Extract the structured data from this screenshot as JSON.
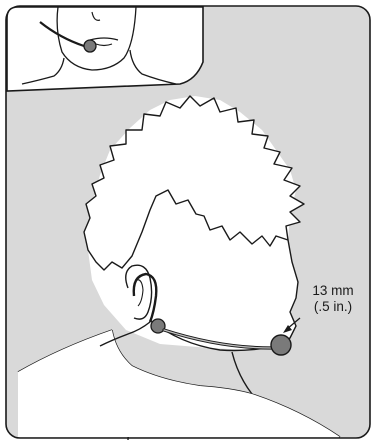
{
  "annotation": {
    "value_metric": "13 mm",
    "value_imperial": "(.5 in.)"
  },
  "colors": {
    "panel_background": "#d9d9d9",
    "line": "#1a1a1a",
    "microphone": "#7a7a7a",
    "inset_background": "#ffffff"
  },
  "icons": [
    "headset-microphone",
    "callout-arrow"
  ]
}
